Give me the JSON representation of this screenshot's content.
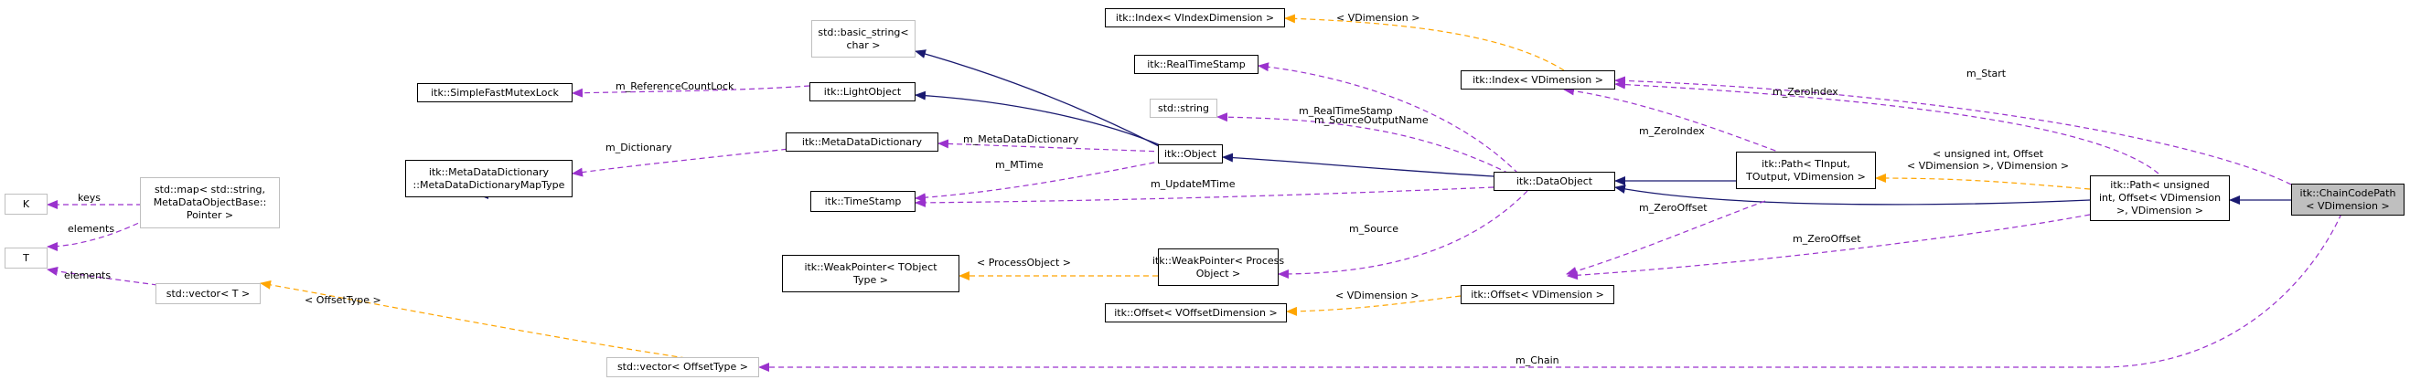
{
  "colors": {
    "inheritance": "#191970",
    "usage": "#9a32cd",
    "template": "#ffa500",
    "grey_border": "#bfbfbf",
    "focus_fill": "#bfbfbf"
  },
  "nodes": {
    "chaincodepath": [
      "itk::ChainCodePath",
      "< VDimension >"
    ],
    "path_offset": [
      "itk::Path< unsigned",
      "int, Offset< VDimension",
      ">, VDimension >"
    ],
    "path_template": [
      "itk::Path< TInput,",
      "TOutput, VDimension >"
    ],
    "dataobject": [
      "itk::DataObject"
    ],
    "index_vdim": [
      "itk::Index< VDimension >"
    ],
    "index_template": [
      "itk::Index< VIndexDimension >"
    ],
    "offset_vdim": [
      "itk::Offset< VDimension >"
    ],
    "offset_template": [
      "itk::Offset< VOffsetDimension >"
    ],
    "realtimestamp": [
      "itk::RealTimeStamp"
    ],
    "string": [
      "std::string"
    ],
    "basic_string": [
      "std::basic_string<",
      "char >"
    ],
    "object": [
      "itk::Object"
    ],
    "lightobject": [
      "itk::LightObject"
    ],
    "mutexlock": [
      "itk::SimpleFastMutexLock"
    ],
    "metadatadictionary": [
      "itk::MetaDataDictionary"
    ],
    "dictmaptype": [
      "itk::MetaDataDictionary",
      "::MetaDataDictionaryMapType"
    ],
    "map": [
      "std::map< std::string,",
      "MetaDataObjectBase::",
      "Pointer >"
    ],
    "k": [
      "K"
    ],
    "t": [
      "T"
    ],
    "vector_t": [
      "std::vector< T >"
    ],
    "vector_offsettype": [
      "std::vector< OffsetType >"
    ],
    "timestamp": [
      "itk::TimeStamp"
    ],
    "weakpointer_process": [
      "itk::WeakPointer< Process",
      "Object >"
    ],
    "weakpointer_template": [
      "itk::WeakPointer< TObject",
      "Type >"
    ]
  },
  "edge_labels": {
    "m_start": "m_Start",
    "m_zeroindex_top": "m_ZeroIndex",
    "m_zeroindex": "m_ZeroIndex",
    "vdimension_index": "< VDimension >",
    "m_realtimestamp": "m_RealTimeStamp",
    "m_sourceoutputname": "m_SourceOutputName",
    "m_referencecountlock": "m_ReferenceCountLock",
    "m_metadatadictionary": "m_MetaDataDictionary",
    "m_dictionary": "m_Dictionary",
    "m_mtime": "m_MTime",
    "m_updatemtime": "m_UpdateMTime",
    "keys": "keys",
    "elements_map": "elements",
    "elements_vector": "elements",
    "path_template_args": [
      "< unsigned int, Offset",
      "< VDimension >, VDimension >"
    ],
    "m_zerooffset_path": "m_ZeroOffset",
    "m_zerooffset": "m_ZeroOffset",
    "m_source": "m_Source",
    "processobject": "< ProcessObject >",
    "offsettype": "< OffsetType >",
    "vdimension_offset": "< VDimension >",
    "m_chain": "m_Chain"
  }
}
